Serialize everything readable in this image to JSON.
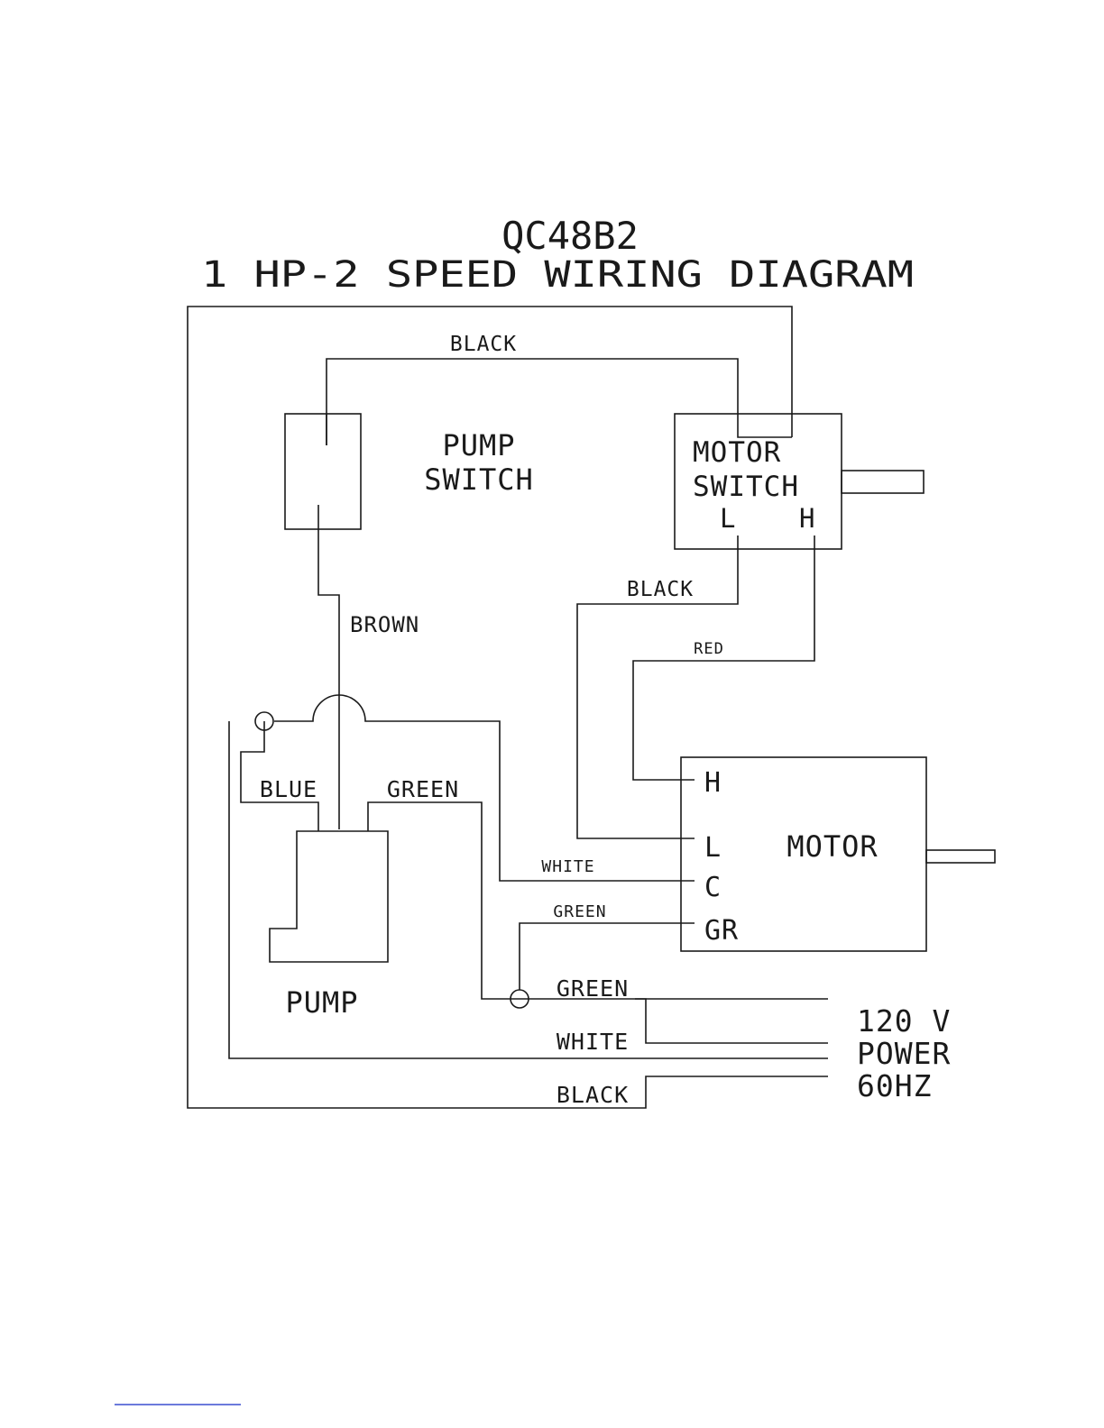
{
  "title": {
    "model": "QC48B2",
    "subtitle": "1 HP-2 SPEED WIRING DIAGRAM"
  },
  "components": {
    "pump_switch": [
      "PUMP",
      "SWITCH"
    ],
    "motor_switch": [
      "MOTOR",
      "SWITCH"
    ],
    "motor_switch_terminals": {
      "low": "L",
      "high": "H"
    },
    "motor": "MOTOR",
    "motor_terminals": {
      "high": "H",
      "low": "L",
      "common": "C",
      "ground": "GR"
    },
    "pump": "PUMP",
    "power": [
      "120 V",
      "POWER",
      "60HZ"
    ]
  },
  "wire_labels": {
    "top_black": "BLACK",
    "switch_black": "BLACK",
    "red": "RED",
    "brown": "BROWN",
    "blue": "BLUE",
    "pump_green": "GREEN",
    "motor_white": "WHITE",
    "motor_green": "GREEN",
    "supply_green": "GREEN",
    "supply_white": "WHITE",
    "supply_black": "BLACK"
  },
  "colors": {
    "ink": "#1a1a1a",
    "footer_rule": "#3a4fd0"
  }
}
